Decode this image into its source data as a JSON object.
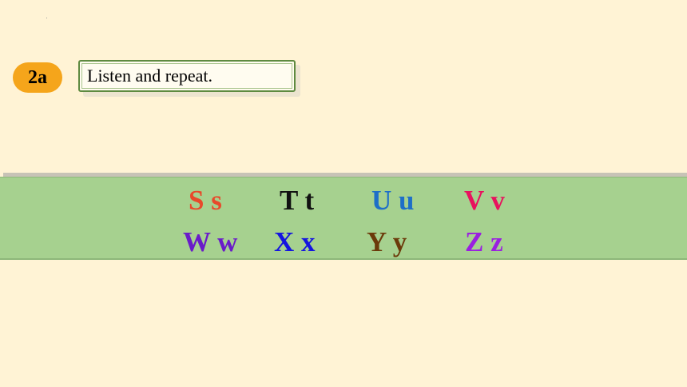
{
  "exercise": {
    "number": "2a",
    "instruction": "Listen and repeat."
  },
  "colors": {
    "background": "#FFF3D5",
    "badge": "#F5A51B",
    "band": "#A6D18F",
    "box_border": "#5E8A40"
  },
  "letters": {
    "row1": [
      {
        "text": "S s",
        "color": "#E8492B"
      },
      {
        "text": "T t",
        "color": "#111111"
      },
      {
        "text": "U u",
        "color": "#1E6FC8"
      },
      {
        "text": "V v",
        "color": "#E8125E"
      }
    ],
    "row2": [
      {
        "text": "W w",
        "color": "#6A1BC9"
      },
      {
        "text": "X x",
        "color": "#1414E0"
      },
      {
        "text": "Y y",
        "color": "#6B3A0A"
      },
      {
        "text": "Z z",
        "color": "#9A1FE0"
      }
    ]
  }
}
